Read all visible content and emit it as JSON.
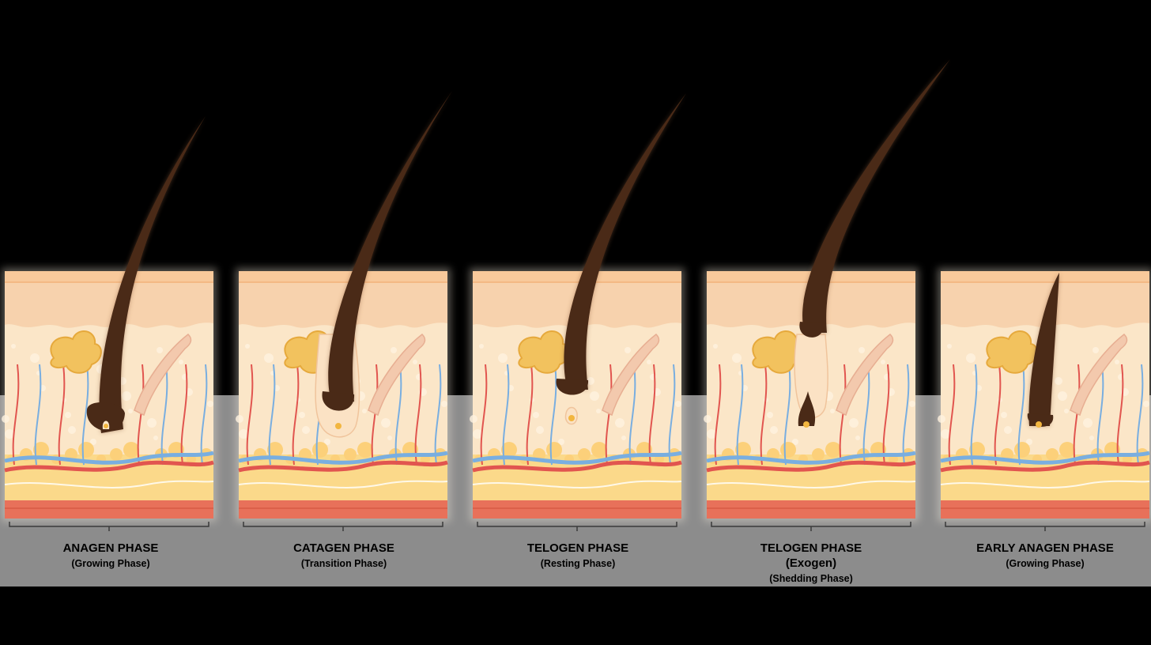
{
  "colors": {
    "background": "#000000",
    "ground": "#8c8c8c",
    "epidermis": "#f7d2ad",
    "dermis": "#fbe6c8",
    "fat": "#fbd98a",
    "muscle": "#e8715a",
    "hair": "#4a2a17",
    "artery": "#e1554f",
    "vein": "#79aee0",
    "gland": "#f2c25e"
  },
  "phases": [
    {
      "title": "ANAGEN PHASE",
      "subtitle": "(Growing Phase)"
    },
    {
      "title": "CATAGEN PHASE",
      "subtitle": "(Transition Phase)"
    },
    {
      "title": "TELOGEN PHASE",
      "subtitle": "(Resting Phase)"
    },
    {
      "title": "TELOGEN PHASE",
      "subtitle": "(Exogen)",
      "subtitle2": "(Shedding Phase)"
    },
    {
      "title": "EARLY ANAGEN PHASE",
      "subtitle": "(Growing Phase)"
    }
  ]
}
